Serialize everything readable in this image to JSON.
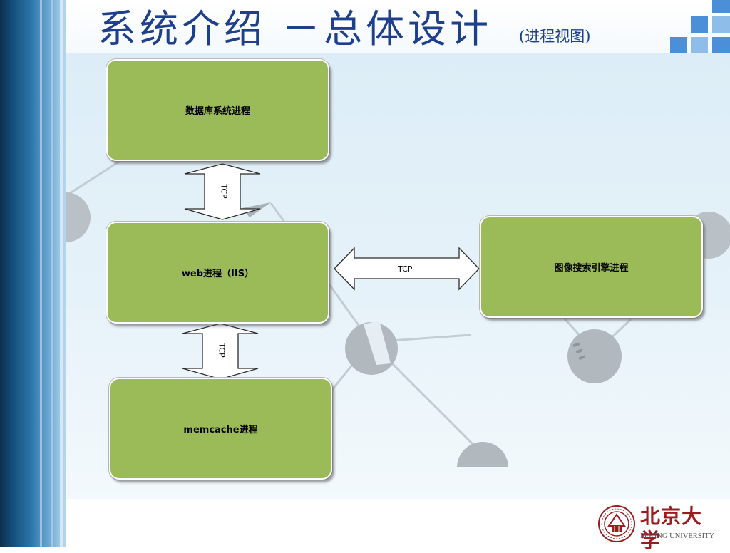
{
  "slide": {
    "title": "系统介绍 －总体设计",
    "subtitle": "(进程视图)"
  },
  "diagram": {
    "nodes": {
      "db": "数据库系统进程",
      "web": "web进程（IIS）",
      "memcache": "memcache进程",
      "search": "图像搜索引擎进程"
    },
    "edges": {
      "db_web": "TCP",
      "web_memcache": "TCP",
      "web_search": "TCP"
    }
  },
  "colors": {
    "node_fill": "#9bbb59",
    "title_text": "#1d3f8c",
    "accent_squares": "#4a8fd8"
  },
  "logo": {
    "chinese_name": "北京大学",
    "english_name": "PEKING UNIVERSITY"
  }
}
